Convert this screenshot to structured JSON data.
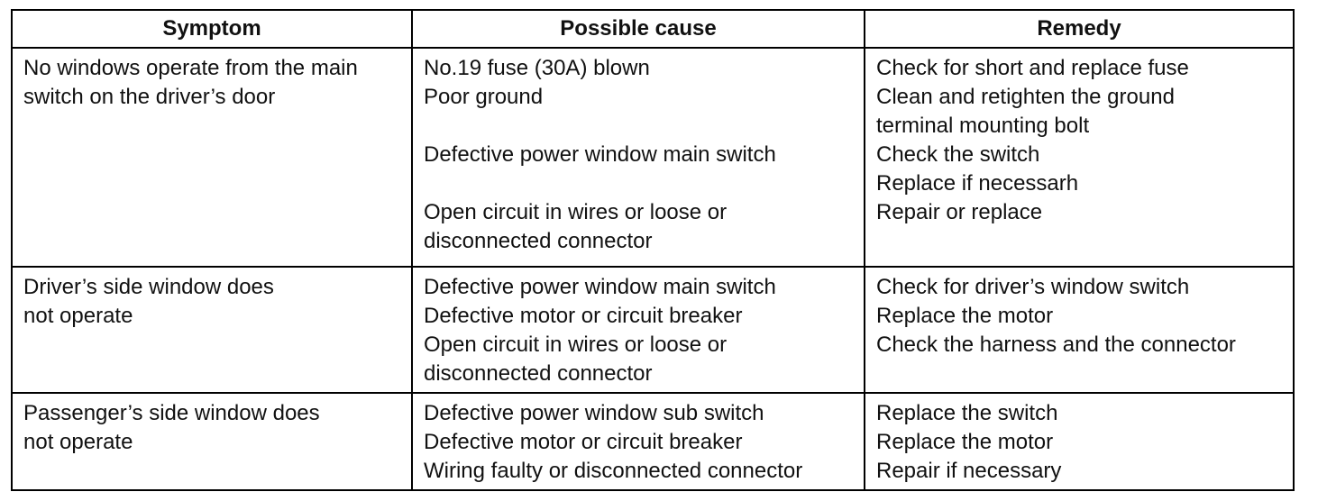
{
  "headers": [
    "Symptom",
    "Possible cause",
    "Remedy"
  ],
  "rows": [
    {
      "symptom": [
        "No windows operate from the main",
        "switch on the driver’s door",
        "",
        "",
        "",
        "",
        ""
      ],
      "cause": [
        "No.19 fuse (30A) blown",
        "Poor ground",
        "",
        "Defective power window main switch",
        "",
        "Open circuit in wires or loose or",
        "disconnected connector"
      ],
      "remedy": [
        "Check for short and replace fuse",
        "Clean and retighten the ground",
        "terminal mounting bolt",
        "Check the switch",
        "Replace if necessarh",
        "Repair or replace",
        ""
      ]
    },
    {
      "symptom": [
        "Driver’s side window does",
        "not operate",
        "",
        ""
      ],
      "cause": [
        "Defective power window main switch",
        "Defective motor or circuit breaker",
        "Open circuit in wires or loose or",
        "disconnected connector"
      ],
      "remedy": [
        "Check for driver’s window switch",
        "Replace the motor",
        "Check the harness and the connector",
        ""
      ]
    },
    {
      "symptom": [
        "Passenger’s side window does",
        "not operate",
        ""
      ],
      "cause": [
        "Defective power window sub switch",
        "Defective motor or circuit breaker",
        "Wiring faulty or disconnected connector"
      ],
      "remedy": [
        "Replace the switch",
        "Replace the motor",
        "Repair if necessary"
      ]
    }
  ]
}
